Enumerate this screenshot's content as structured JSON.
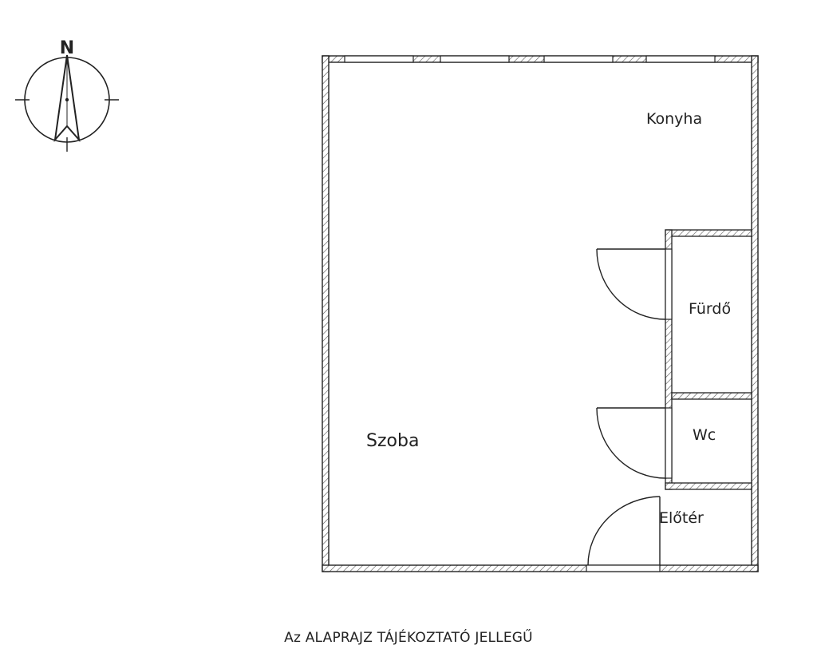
{
  "compass": {
    "north_label": "N"
  },
  "rooms": {
    "konyha": "Konyha",
    "furdo": "Fürdő",
    "wc": "Wc",
    "szoba": "Szoba",
    "eloter": "Előtér"
  },
  "footer_note": "Az ALAPRAJZ TÁJÉKOZTATÓ JELLEGŰ",
  "colors": {
    "line": "#222222",
    "background": "#ffffff"
  }
}
